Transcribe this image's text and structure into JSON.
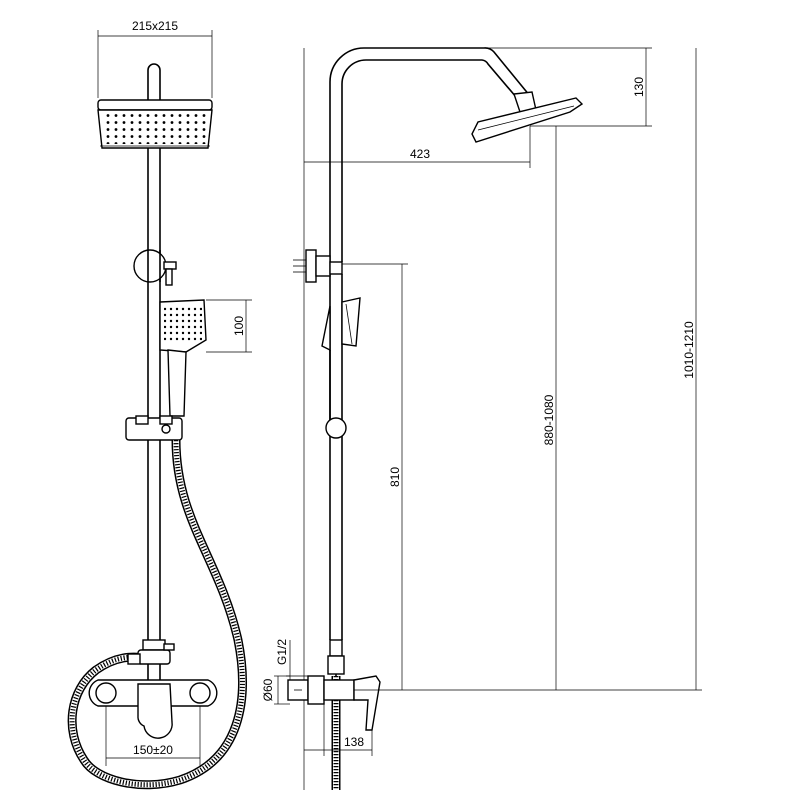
{
  "dimensions": {
    "head_size": "215x215",
    "hand_shower_height": "100",
    "mixer_spacing": "150±20",
    "head_rise": "130",
    "arm_reach": "423",
    "outlet_height": "810",
    "rail_height": "880-1080",
    "total_height": "1010-1210",
    "connection_thread": "G1/2",
    "flange_diameter": "Ø60",
    "mixer_depth": "138"
  },
  "colors": {
    "line": "#000000",
    "background": "#ffffff"
  }
}
